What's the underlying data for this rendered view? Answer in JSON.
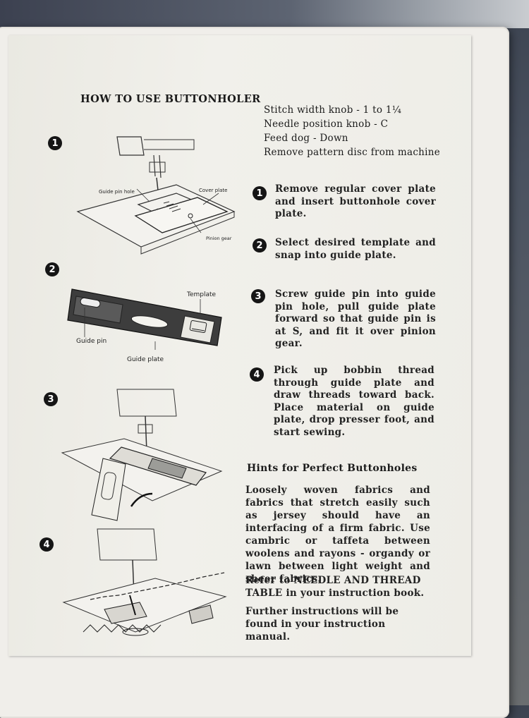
{
  "title": "HOW TO USE BUTTONHOLER",
  "settings": [
    "Stitch width knob - 1 to 1¼",
    "Needle position knob - C",
    "Feed dog - Down",
    "Remove pattern disc from machine"
  ],
  "steps": [
    {
      "number": "1",
      "text": "Remove regular cover plate and insert buttonhole cover plate."
    },
    {
      "number": "2",
      "text": "Select desired template and snap into guide plate."
    },
    {
      "number": "3",
      "text": "Screw guide pin into guide pin hole, pull guide plate forward so that guide pin is at S, and fit it over pinion gear."
    },
    {
      "number": "4",
      "text": "Pick up bobbin thread through guide plate and draw threads toward back. Place material on guide plate, drop presser foot, and start sewing."
    }
  ],
  "figures": [
    {
      "number": "1",
      "labels": {
        "guide_pin_hole": "Guide pin hole",
        "cover_plate": "Cover plate",
        "pinion_gear": "Pinion gear"
      }
    },
    {
      "number": "2",
      "labels": {
        "template": "Template",
        "guide_pin": "Guide pin",
        "guide_plate": "Guide plate"
      }
    },
    {
      "number": "3"
    },
    {
      "number": "4"
    }
  ],
  "hints": {
    "title": "Hints for Perfect Buttonholes",
    "paragraphs": [
      "Loosely woven fabrics and fabrics that stretch easily such as jersey should have an interfacing of a firm fabric. Use cambric or taffeta between woolens and rayons - organdy or lawn between light weight and sheer fabrics.",
      "Refer to NEEDLE AND THREAD TABLE in your instruction book.",
      "Further instructions will be found in your instruction manual."
    ]
  }
}
